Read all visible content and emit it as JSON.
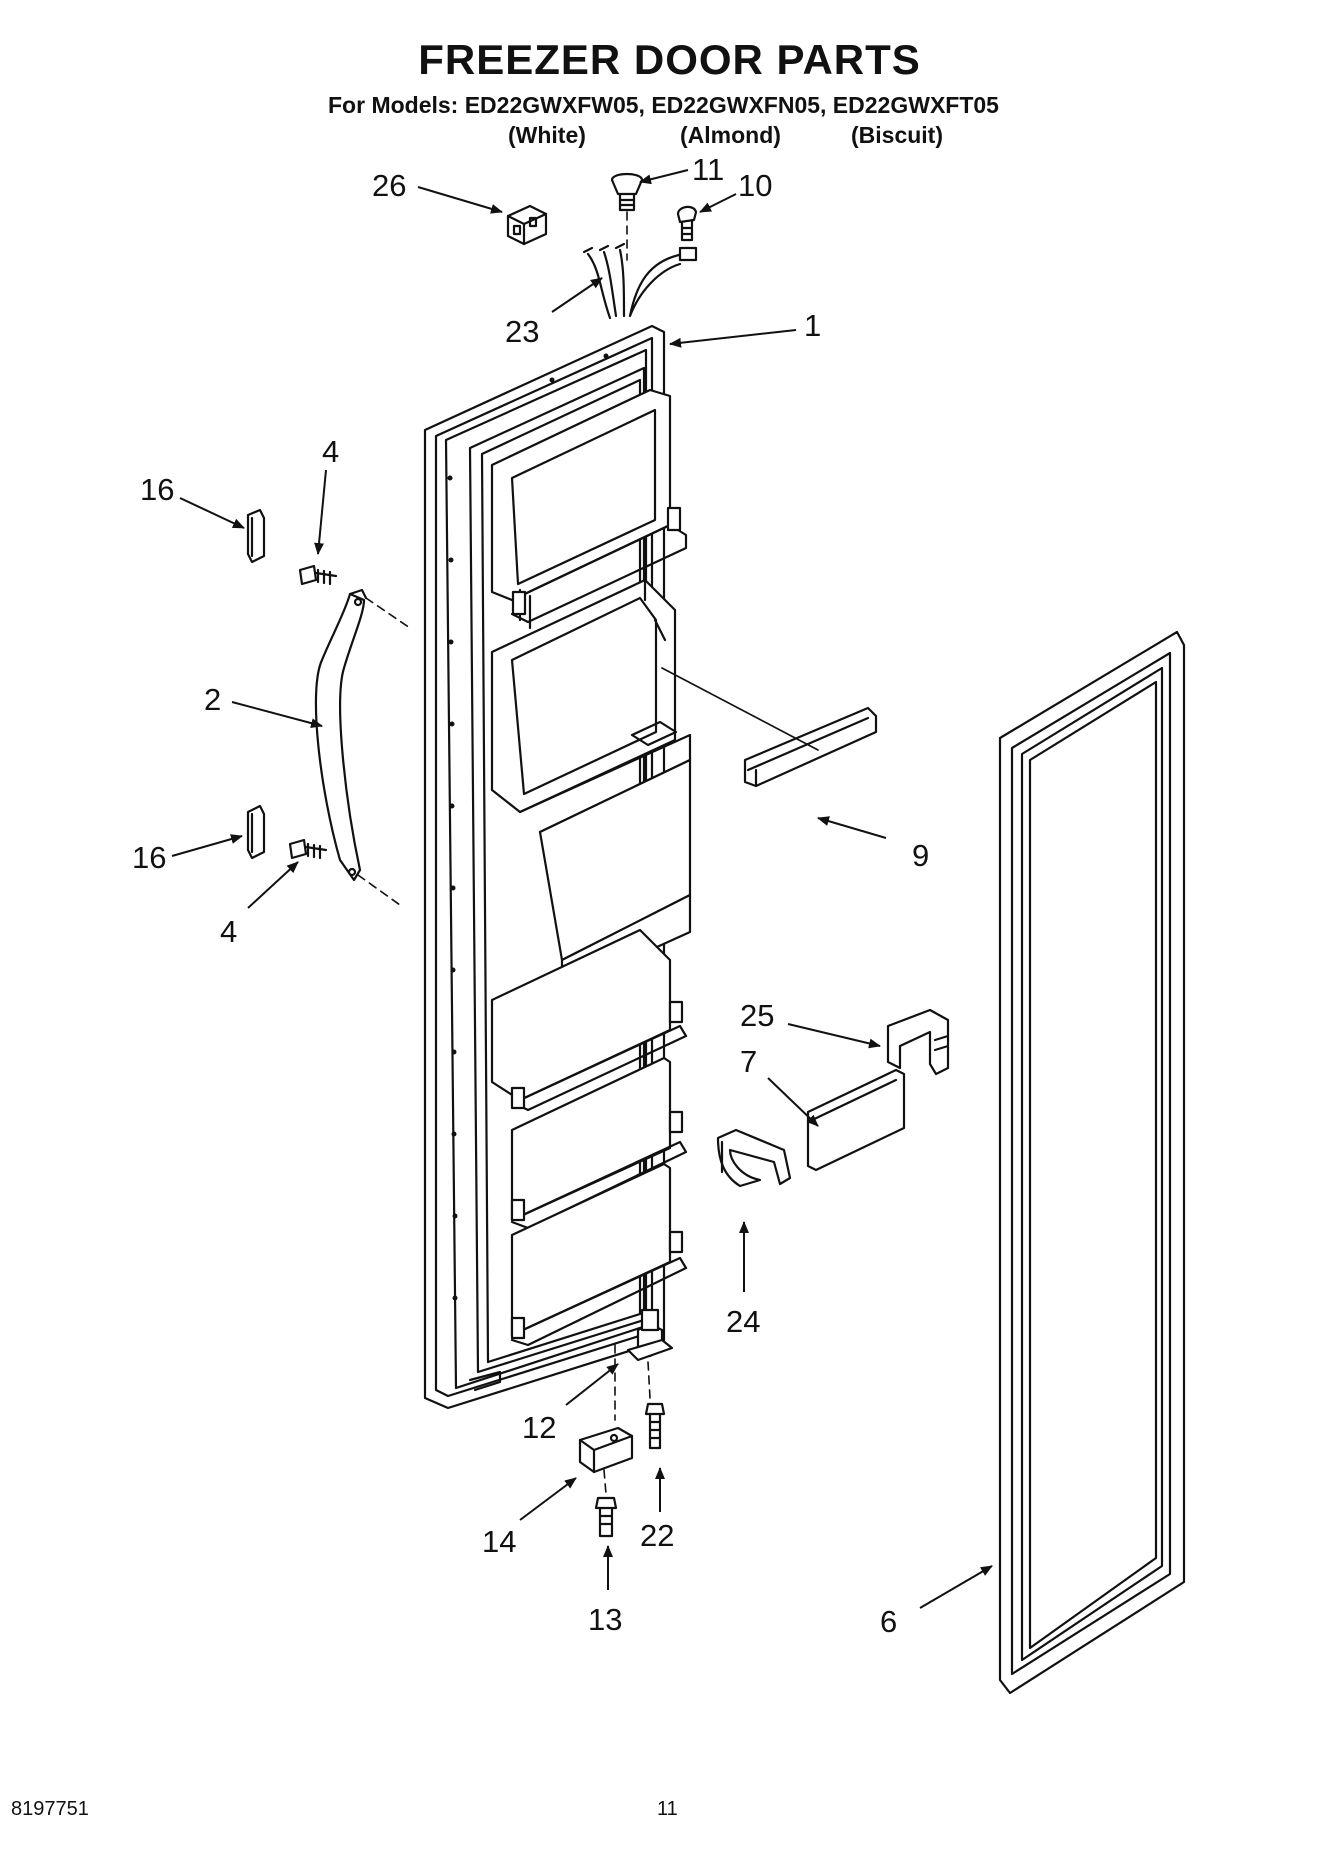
{
  "page": {
    "title": "FREEZER DOOR PARTS",
    "models_line": "For Models: ED22GWXFW05, ED22GWXFN05, ED22GWXFT05",
    "variants": [
      "(White)",
      "(Almond)",
      "(Biscuit)"
    ],
    "doc_number": "8197751",
    "page_number": "11"
  },
  "callouts": [
    "26",
    "11",
    "10",
    "23",
    "1",
    "4",
    "16",
    "2",
    "16",
    "4",
    "9",
    "25",
    "7",
    "24",
    "12",
    "22",
    "14",
    "13",
    "6"
  ]
}
